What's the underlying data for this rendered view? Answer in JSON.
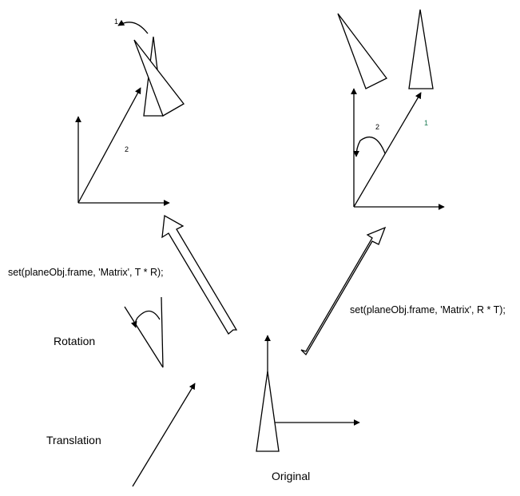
{
  "labels": {
    "code_left": "set(planeObj.frame, 'Matrix', T * R);",
    "code_right": "set(planeObj.frame, 'Matrix', R * T);",
    "rotation": "Rotation",
    "translation": "Translation",
    "original": "Original",
    "left_step_1": "1",
    "left_step_2": "2",
    "right_step_1": "1",
    "right_step_2": "2"
  },
  "colors": {
    "stroke": "#000000",
    "background": "#ffffff",
    "right_step_1": "#1a7a52"
  }
}
